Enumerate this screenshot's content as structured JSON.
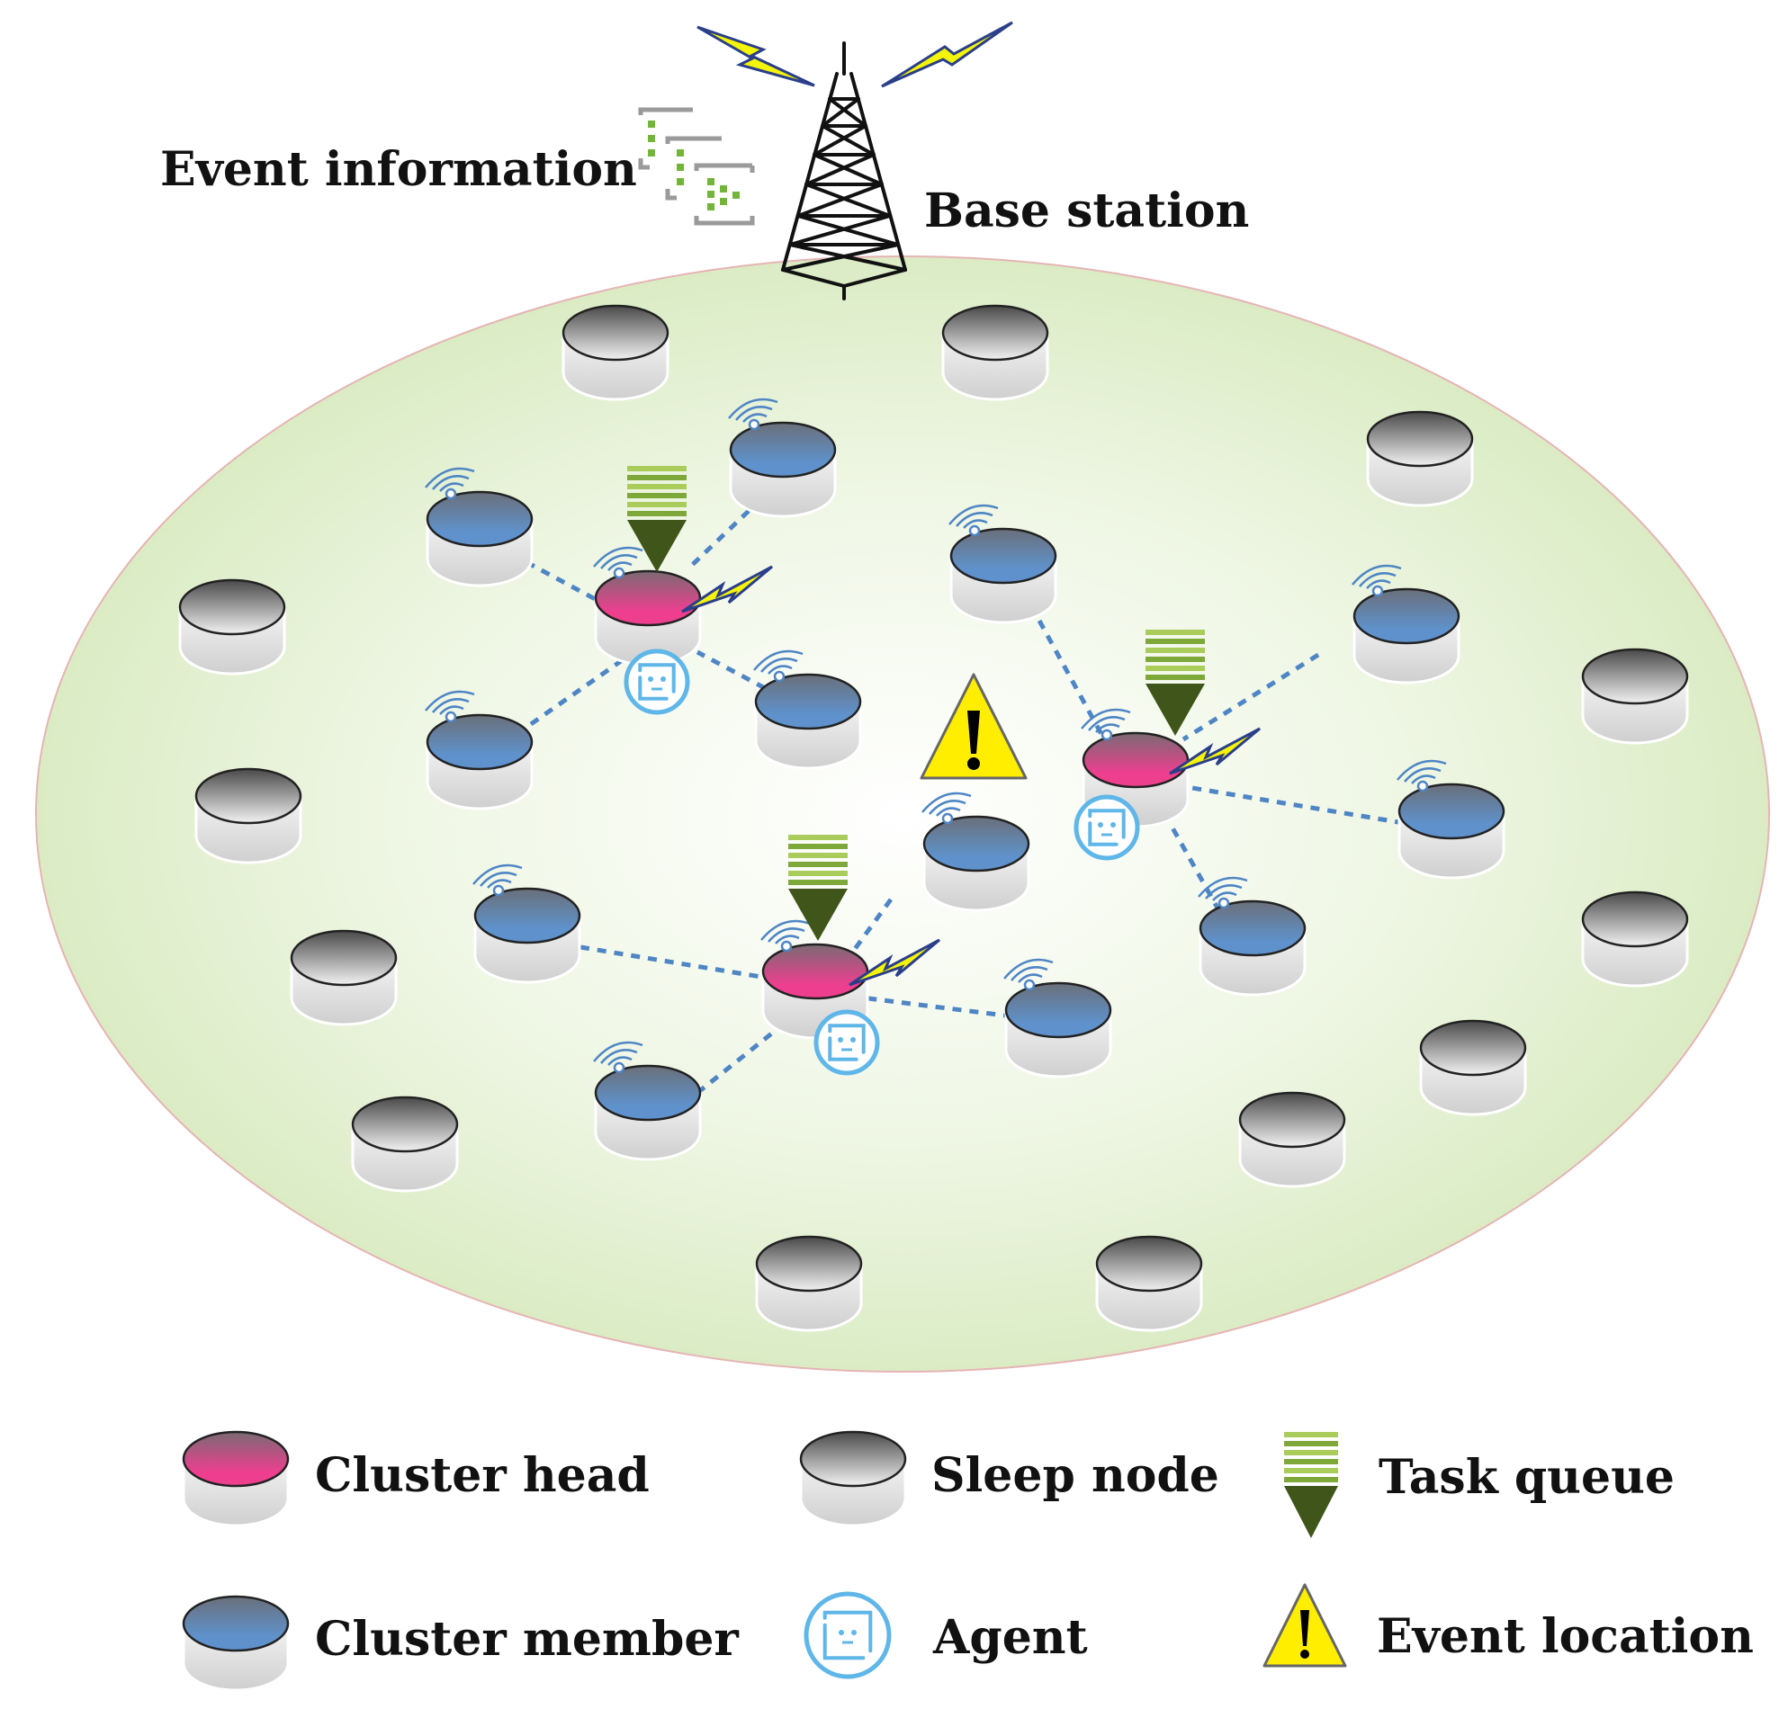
{
  "labels": {
    "event_information": "Event information",
    "base_station": "Base station"
  },
  "legend": {
    "cluster_head": "Cluster head",
    "sleep_node": "Sleep node",
    "task_queue": "Task queue",
    "cluster_member": "Cluster member",
    "agent": "Agent",
    "event_location": "Event location"
  },
  "colors": {
    "field": "#dcebc6",
    "cluster_head": "#ee3e8f",
    "cluster_member": "#5b8ec8",
    "sleep_node": "#6a6a6a",
    "task_queue": "#3f5519",
    "link": "#4e85c5",
    "agent": "#5fb6e8",
    "event_marker": "#ffee00"
  },
  "icons": [
    "base-station-tower-icon",
    "event-information-icon",
    "warning-icon",
    "agent-icon",
    "task-queue-icon",
    "lightning-icon",
    "wifi-signal-icon"
  ]
}
